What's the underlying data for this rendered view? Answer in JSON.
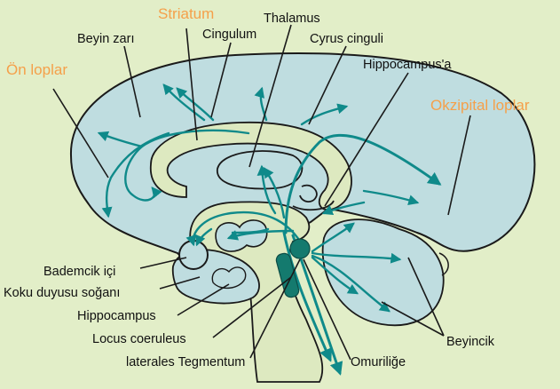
{
  "colors": {
    "background": "#e2eec8",
    "brain_fill": "#bfdde0",
    "inner_fill": "#dde9c0",
    "outline": "#1a1a1a",
    "pathway": "#0f8a8a",
    "nucleus": "#147a6e",
    "highlight_label": "#f5a04a",
    "label": "#111111"
  },
  "labels": {
    "striatum": "Striatum",
    "thalamus": "Thalamus",
    "beyin_zari": "Beyin zarı",
    "cingulum": "Cingulum",
    "cyrus_cinguli": "Cyrus cinguli",
    "on_loplar": "Ön loplar",
    "hippocampusa": "Hippocampus'a",
    "okzipital_loplar": "Okzipital loplar",
    "bademcik_ici": "Bademcik içi",
    "koku_duyusu_sogani": "Koku duyusu soğanı",
    "hippocampus": "Hippocampus",
    "locus_coeruleus": "Locus coeruleus",
    "laterales_tegmentum": "laterales Tegmentum",
    "omurilige": "Omuriliğe",
    "beyincik": "Beyincik"
  }
}
